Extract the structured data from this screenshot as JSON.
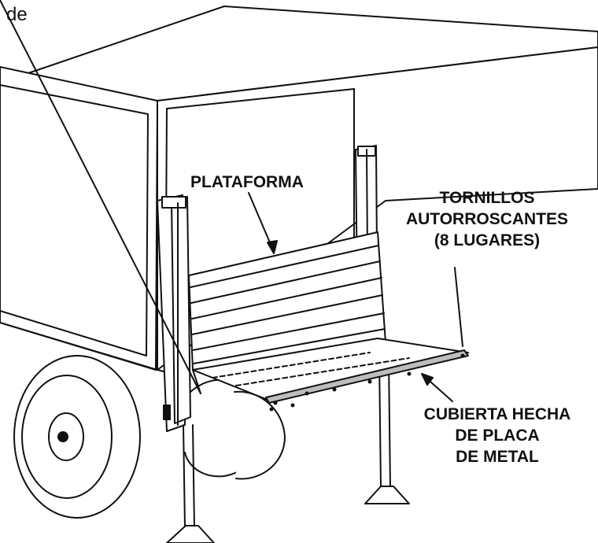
{
  "diagram": {
    "fragment_text": "de",
    "labels": {
      "platform": "PLATAFORMA",
      "screws": [
        "TORNILLOS",
        "AUTORROSCANTES",
        "(8 LUGARES)"
      ],
      "cover": [
        "CUBIERTA HECHA",
        "DE PLACA",
        "DE METAL"
      ]
    }
  },
  "colors": {
    "ink": "#111111",
    "paper": "#ffffff",
    "shade": "#bdbdbd"
  }
}
